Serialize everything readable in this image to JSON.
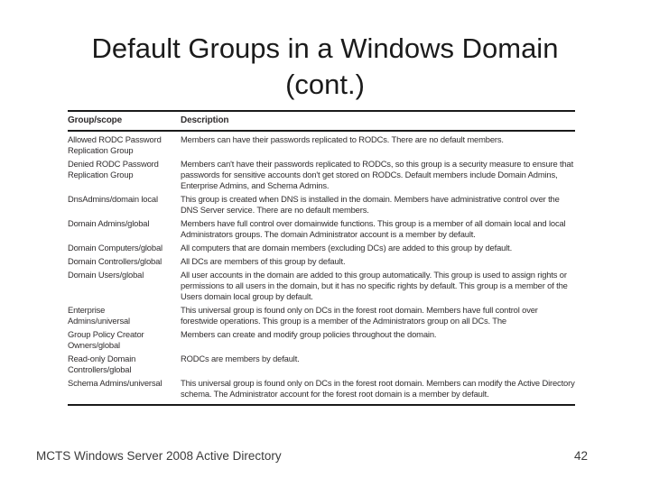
{
  "colors": {
    "background": "#ffffff",
    "title_text": "#1b1b1b",
    "table_text": "#302d2e",
    "table_rule": "#1a1a1a",
    "footer_text": "#3c3c3c"
  },
  "title": {
    "line1": "Default Groups in a Windows Domain",
    "line2": "(cont.)"
  },
  "table": {
    "headers": [
      "Group/scope",
      "Description"
    ],
    "rows": [
      {
        "group": "Allowed RODC Password\nReplication Group",
        "description": "Members can have their passwords replicated to RODCs. There are no default members."
      },
      {
        "group": "Denied RODC Password\nReplication Group",
        "description": "Members can't have their passwords replicated to RODCs, so this group is a security measure to ensure that passwords for sensitive accounts don't get stored on RODCs. Default members include Domain Admins, Enterprise Admins, and Schema Admins."
      },
      {
        "group": "DnsAdmins/domain local",
        "description": "This group is created when DNS is installed in the domain. Members have administrative control over the DNS Server service. There are no default members."
      },
      {
        "group": "Domain Admins/global",
        "description": "Members have full control over domainwide functions. This group is a member of all domain local and local Administrators groups. The domain Administrator account is a member by default."
      },
      {
        "group": "Domain Computers/global",
        "description": "All computers that are domain members (excluding DCs) are added to this group by default."
      },
      {
        "group": "Domain Controllers/global",
        "description": "All DCs are members of this group by default."
      },
      {
        "group": "Domain Users/global",
        "description": "All user accounts in the domain are added to this group automatically. This group is used to assign rights or permissions to all users in the domain, but it has no specific rights by default. This group is a member of the Users domain local group by default."
      },
      {
        "group": "Enterprise\nAdmins/universal",
        "description": "This universal group is found only on DCs in the forest root domain. Members have full control over forestwide operations. This group is a member of the Administrators group on all DCs. The"
      },
      {
        "group": "Group Policy Creator\nOwners/global",
        "description": "Members can create and modify group policies throughout the domain."
      },
      {
        "group": "Read-only Domain\nControllers/global",
        "description": "RODCs are members by default."
      },
      {
        "group": "Schema Admins/universal",
        "description": "This universal group is found only on DCs in the forest root domain. Members can modify the Active Directory schema. The Administrator account for the forest root domain is a member by default."
      }
    ]
  },
  "footer": {
    "course": "MCTS Windows Server 2008 Active Directory",
    "page_number": "42"
  }
}
